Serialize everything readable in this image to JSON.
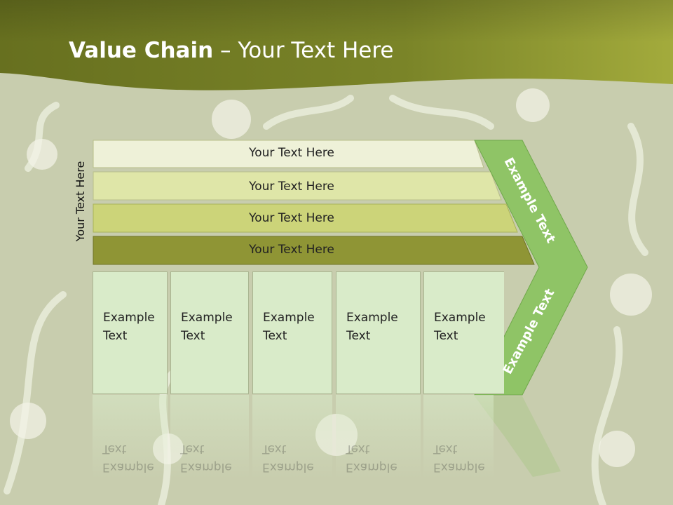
{
  "title": {
    "bold": "Value Chain",
    "rest": " – Your Text Here"
  },
  "side_label": "Your Text Here",
  "bars": [
    {
      "label": "Your Text Here"
    },
    {
      "label": "Your Text Here"
    },
    {
      "label": "Your Text Here"
    },
    {
      "label": "Your Text Here"
    }
  ],
  "boxes": [
    {
      "label": "Example\nText"
    },
    {
      "label": "Example\nText"
    },
    {
      "label": "Example\nText"
    },
    {
      "label": "Example\nText"
    },
    {
      "label": "Example\nText"
    }
  ],
  "chevron": {
    "upper": "Example Text",
    "lower": "Example Text"
  },
  "colors": {
    "header_dark": "#6b7326",
    "header_light": "#9fa63a",
    "bar1": "#eef1d8",
    "bar2": "#dfe6a8",
    "bar3": "#ccd479",
    "bar4": "#8f9535",
    "box": "#d9ebc9",
    "chevron": "#8fc466"
  }
}
